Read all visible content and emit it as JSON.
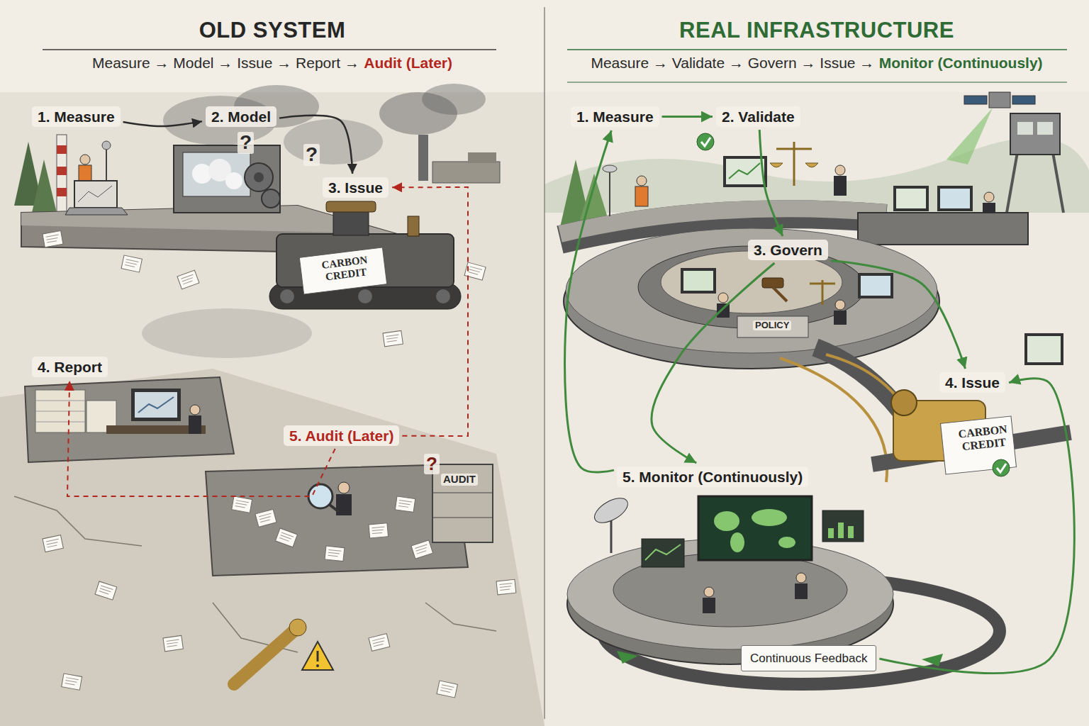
{
  "diagram": {
    "nodes": [
      {
        "text": [
          "OLD SYSTEM",
          "Measure → Model → Issue → Report →",
          "Audit (Later)"
        ]
      },
      {
        "text": [
          "1. Measure"
        ],
        "in": 0
      },
      {
        "text": [
          "2. Model"
        ],
        "in": 0
      },
      {
        "text": [
          "3. Issue"
        ],
        "in": 0
      },
      {
        "text": [
          "4. Report"
        ],
        "in": 0
      },
      {
        "text": [
          "5. Audit (Later)"
        ],
        "in": 0
      },
      {
        "text": [
          "REAL INFRASTRUCTURE",
          "Measure → Validate → Govern → Issue →",
          "Monitor (Continuously)"
        ]
      },
      {
        "text": [
          "1. Measure"
        ],
        "in": 6
      },
      {
        "text": [
          "2. Validate"
        ],
        "in": 6
      },
      {
        "text": [
          "3. Govern"
        ],
        "in": 6
      },
      {
        "text": [
          "4. Issue"
        ],
        "in": 6
      },
      {
        "text": [
          "5. Monitor (Continuously)"
        ],
        "in": 6
      },
      {
        "text": [
          "Continuous Feedback"
        ],
        "in": 6
      }
    ],
    "edges": [
      {
        "from": 1,
        "to": 2,
        "arrow": "to"
      },
      {
        "from": 2,
        "to": 3,
        "arrow": "to"
      },
      {
        "from": 5,
        "to": 3,
        "arrow": "to"
      },
      {
        "from": 5,
        "to": 4,
        "arrow": "to"
      },
      {
        "from": 7,
        "to": 8,
        "arrow": "to"
      },
      {
        "from": 8,
        "to": 9,
        "arrow": "to"
      },
      {
        "from": 9,
        "to": 10,
        "arrow": "to"
      },
      {
        "from": 9,
        "to": 11,
        "arrow": "to"
      },
      {
        "from": 11,
        "to": 7,
        "arrow": "to"
      },
      {
        "from": 12,
        "to": 10,
        "arrow": "to"
      }
    ],
    "labels": [
      "?",
      "?",
      "CARBON CREDIT",
      "?",
      "AUDIT",
      "POLICY",
      "CARBON CREDIT"
    ]
  }
}
